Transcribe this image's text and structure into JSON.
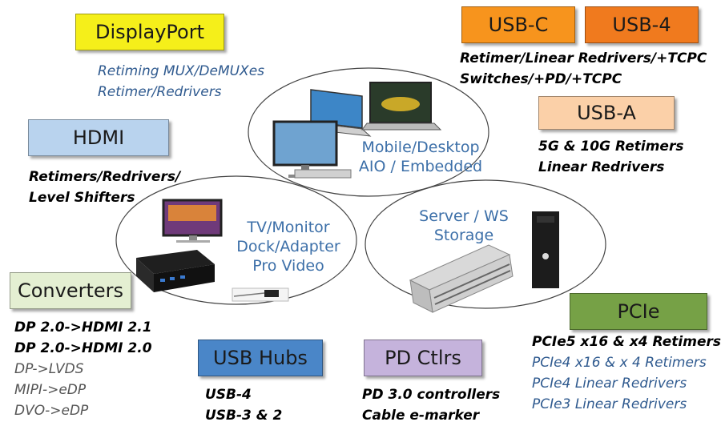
{
  "categories": {
    "displayport": {
      "label": "DisplayPort",
      "color": "#f5ef1a",
      "lines": [
        "Retiming MUX/DeMUXes",
        "Retimer/Redrivers"
      ]
    },
    "hdmi": {
      "label": "HDMI",
      "color": "#b9d3ee",
      "lines": [
        "Retimers/Redrivers/",
        "Level Shifters"
      ]
    },
    "converters": {
      "label": "Converters",
      "color": "#e4efd2",
      "lines": [
        "DP 2.0->HDMI 2.1",
        "DP 2.0->HDMI 2.0",
        "DP->LVDS",
        "MIPI->eDP",
        "DVO->eDP"
      ]
    },
    "usbc": {
      "label": "USB-C",
      "color": "#f7941d"
    },
    "usb4": {
      "label": "USB-4",
      "color": "#f07a1e"
    },
    "usbc_desc": {
      "lines": [
        "Retimer/Linear Redrivers/+TCPC",
        "Switches/+PD/+TCPC"
      ]
    },
    "usba": {
      "label": "USB-A",
      "color": "#fbd0a8",
      "lines": [
        "5G & 10G Retimers",
        "Linear Redrivers"
      ]
    },
    "usbhubs": {
      "label": "USB Hubs",
      "color": "#4a86c8",
      "lines": [
        "USB-4",
        "USB-3 & 2"
      ]
    },
    "pdctlrs": {
      "label": "PD Ctlrs",
      "color": "#c5b3dc",
      "lines": [
        "PD 3.0 controllers",
        "Cable e-marker"
      ]
    },
    "pcie": {
      "label": "PCIe",
      "color": "#76a146",
      "lines": [
        "PCIe5 x16 & x4 Retimers",
        "PCIe4 x16 & x 4 Retimers",
        "PCIe4 Linear Redrivers",
        "PCIe3 Linear Redrivers"
      ]
    }
  },
  "groups": {
    "mobile": {
      "lines": [
        "Mobile/Desktop",
        "AIO / Embedded"
      ]
    },
    "tv": {
      "lines": [
        "TV/Monitor",
        "Dock/Adapter",
        "Pro Video"
      ]
    },
    "server": {
      "lines": [
        "Server / WS",
        "Storage"
      ]
    }
  }
}
